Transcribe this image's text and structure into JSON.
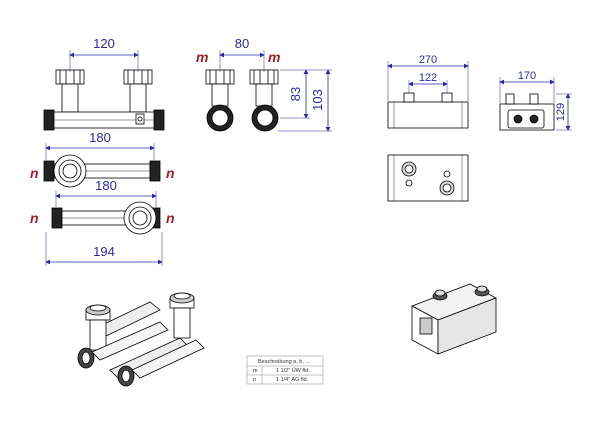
{
  "dimensions": {
    "front_width": "120",
    "side_width": "80",
    "side_height_inner": "83",
    "side_height_outer": "103",
    "top_length_a": "180",
    "top_length_b": "180",
    "bottom_total": "194",
    "box_width": "270",
    "box_inner": "122",
    "box_side_width": "170",
    "box_side_height": "129"
  },
  "markers": {
    "m1": "m",
    "m2": "m",
    "n1": "n",
    "n2": "n",
    "n3": "n",
    "n4": "n"
  },
  "legend": {
    "header": "Beschreibung a, b, ...",
    "rows": [
      {
        "key": "m",
        "desc": "1 1/2\" ÜW fld."
      },
      {
        "key": "n",
        "desc": "1 1/4\" AG fld."
      }
    ]
  },
  "colors": {
    "dimension": "#2a2aa0",
    "marker": "#a0202a",
    "line": "#000000"
  }
}
